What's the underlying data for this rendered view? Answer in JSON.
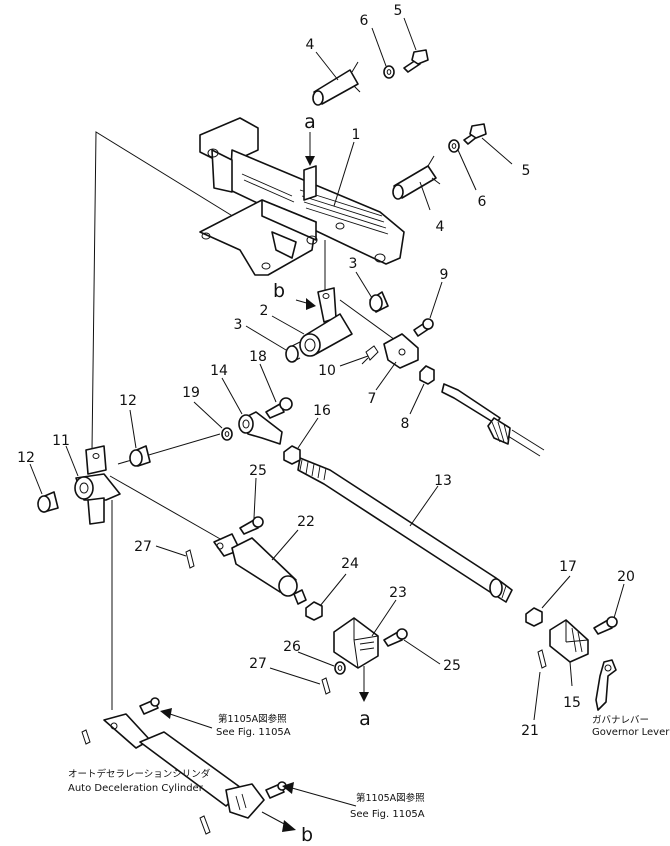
{
  "diagram": {
    "part_numbers": [
      "1",
      "2",
      "3",
      "3",
      "4",
      "4",
      "5",
      "5",
      "6",
      "6",
      "7",
      "8",
      "9",
      "10",
      "11",
      "12",
      "12",
      "13",
      "14",
      "15",
      "16",
      "17",
      "18",
      "19",
      "20",
      "21",
      "22",
      "23",
      "24",
      "25",
      "25",
      "26",
      "27",
      "27"
    ],
    "letters": [
      "a",
      "a",
      "b",
      "b"
    ],
    "notes": {
      "see_fig_1_jp": "第1105A図参照",
      "see_fig_1_en": "See Fig. 1105A",
      "see_fig_2_jp": "第1105A図参照",
      "see_fig_2_en": "See Fig. 1105A",
      "cylinder_jp": "オートデセラレーションシリンダ",
      "cylinder_en": "Auto Deceleration Cylinder",
      "governor_jp": "ガバナレバー",
      "governor_en": "Governor Lever"
    }
  }
}
